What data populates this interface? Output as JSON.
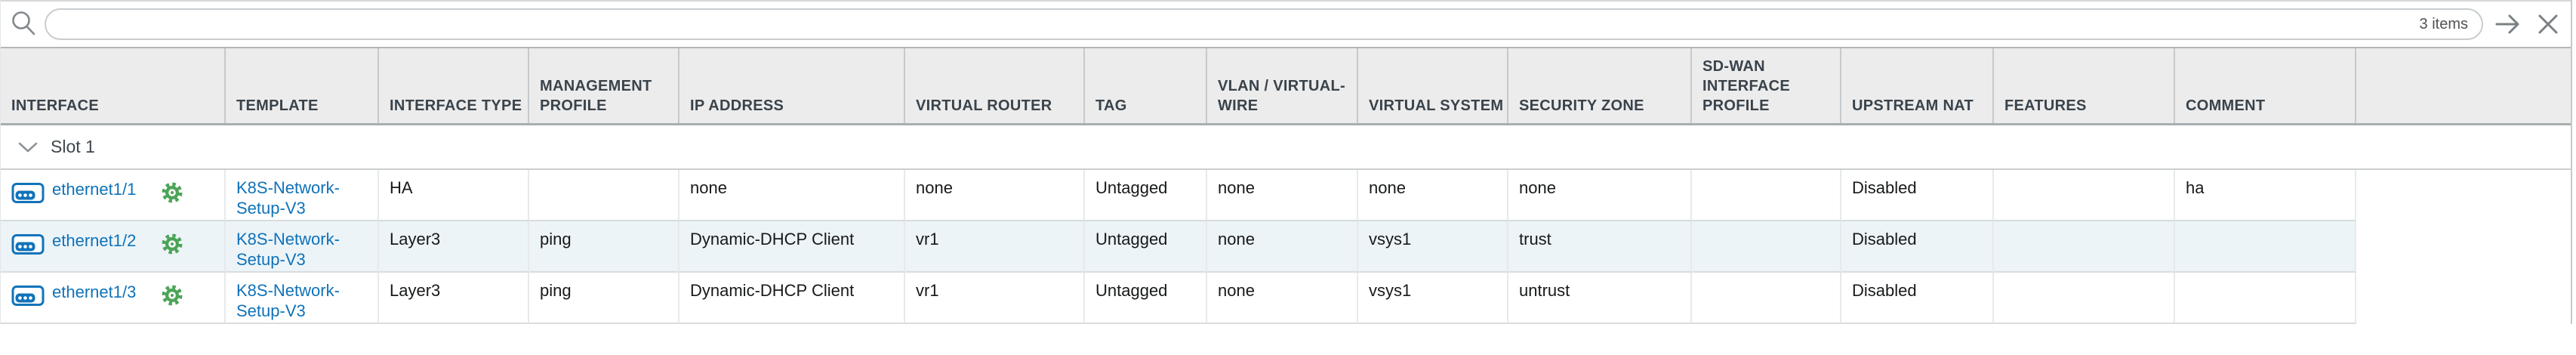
{
  "search": {
    "value": "",
    "items_count": "3 items"
  },
  "colors": {
    "accent_blue": "#0f72b8",
    "gear_green": "#4ca456",
    "row_alt_blue": "#ecf4f8",
    "header_text": "#3a434b"
  },
  "table": {
    "columns": [
      "INTERFACE",
      "TEMPLATE",
      "INTERFACE TYPE",
      "MANAGEMENT PROFILE",
      "IP ADDRESS",
      "VIRTUAL ROUTER",
      "TAG",
      "VLAN / VIRTUAL-WIRE",
      "VIRTUAL SYSTEM",
      "SECURITY ZONE",
      "SD-WAN INTERFACE PROFILE",
      "UPSTREAM NAT",
      "FEATURES",
      "COMMENT"
    ],
    "group": {
      "label": "Slot 1"
    },
    "rows": [
      {
        "interface": "ethernet1/1",
        "template": "K8S-Network-Setup-V3",
        "interface_type": "HA",
        "management_profile": "",
        "ip_address": "none",
        "virtual_router": "none",
        "tag": "Untagged",
        "vlan_virtual_wire": "none",
        "virtual_system": "none",
        "security_zone": "none",
        "sdwan_interface_profile": "",
        "upstream_nat": "Disabled",
        "features": "",
        "comment": "ha"
      },
      {
        "interface": "ethernet1/2",
        "template": "K8S-Network-Setup-V3",
        "interface_type": "Layer3",
        "management_profile": "ping",
        "ip_address": "Dynamic-DHCP Client",
        "virtual_router": "vr1",
        "tag": "Untagged",
        "vlan_virtual_wire": "none",
        "virtual_system": "vsys1",
        "security_zone": "trust",
        "sdwan_interface_profile": "",
        "upstream_nat": "Disabled",
        "features": "",
        "comment": ""
      },
      {
        "interface": "ethernet1/3",
        "template": "K8S-Network-Setup-V3",
        "interface_type": "Layer3",
        "management_profile": "ping",
        "ip_address": "Dynamic-DHCP Client",
        "virtual_router": "vr1",
        "tag": "Untagged",
        "vlan_virtual_wire": "none",
        "virtual_system": "vsys1",
        "security_zone": "untrust",
        "sdwan_interface_profile": "",
        "upstream_nat": "Disabled",
        "features": "",
        "comment": ""
      }
    ]
  }
}
